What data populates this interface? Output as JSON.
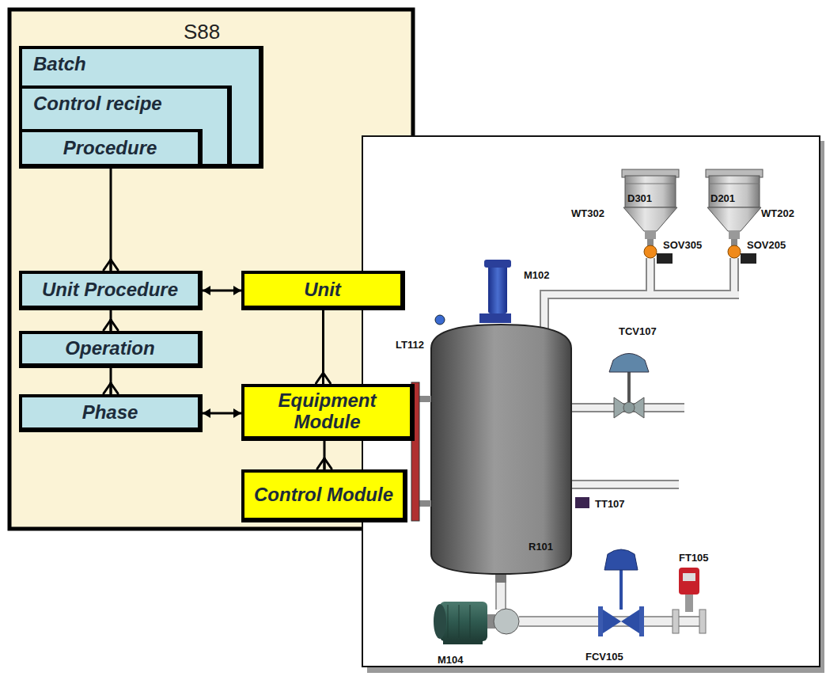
{
  "diagram": {
    "nodes": [
      {
        "text": [
          "S88"
        ]
      },
      {
        "text": [
          "Batch"
        ],
        "in": 0
      },
      {
        "text": [
          "Control recipe"
        ],
        "in": 1
      },
      {
        "text": [
          "Procedure"
        ],
        "in": 2
      },
      {
        "text": [
          "Unit Procedure"
        ],
        "in": 0
      },
      {
        "text": [
          "Unit"
        ],
        "in": 0
      },
      {
        "text": [
          "Operation"
        ],
        "in": 0
      },
      {
        "text": [
          "Phase"
        ],
        "in": 0
      },
      {
        "text": [
          "Equipment Module"
        ],
        "in": 0
      },
      {
        "text": [
          "Control Module"
        ],
        "in": 0
      }
    ],
    "edges": [
      {
        "from": 3,
        "to": 4,
        "arrow": "to"
      },
      {
        "from": 4,
        "to": 5,
        "arrow": "both"
      },
      {
        "from": 4,
        "to": 6,
        "arrow": "to"
      },
      {
        "from": 6,
        "to": 7,
        "arrow": "to"
      },
      {
        "from": 7,
        "to": 8,
        "arrow": "both"
      },
      {
        "from": 5,
        "to": 8,
        "arrow": "to"
      },
      {
        "from": 8,
        "to": 9,
        "arrow": "to"
      }
    ],
    "labels": [
      "D301",
      "D201",
      "WT302",
      "WT202",
      "SOV305",
      "SOV205",
      "M102",
      "LT112",
      "TCV107",
      "TT107",
      "R101",
      "FT105",
      "FCV105",
      "M104"
    ]
  }
}
